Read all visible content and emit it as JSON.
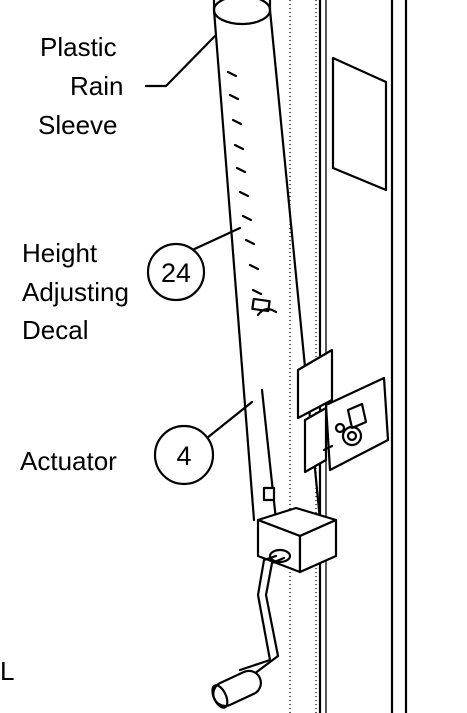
{
  "labels": {
    "plastic_rain_sleeve": [
      "Plastic",
      "Rain",
      "Sleeve"
    ],
    "height_adjusting_decal": [
      "Height",
      "Adjusting",
      "Decal"
    ],
    "actuator": "Actuator",
    "edge_fragment": "L"
  },
  "callouts": {
    "decal_number": "24",
    "actuator_number": "4"
  },
  "colors": {
    "line": "#000000",
    "background": "#ffffff",
    "guide_dots": "#7fbf7f"
  }
}
